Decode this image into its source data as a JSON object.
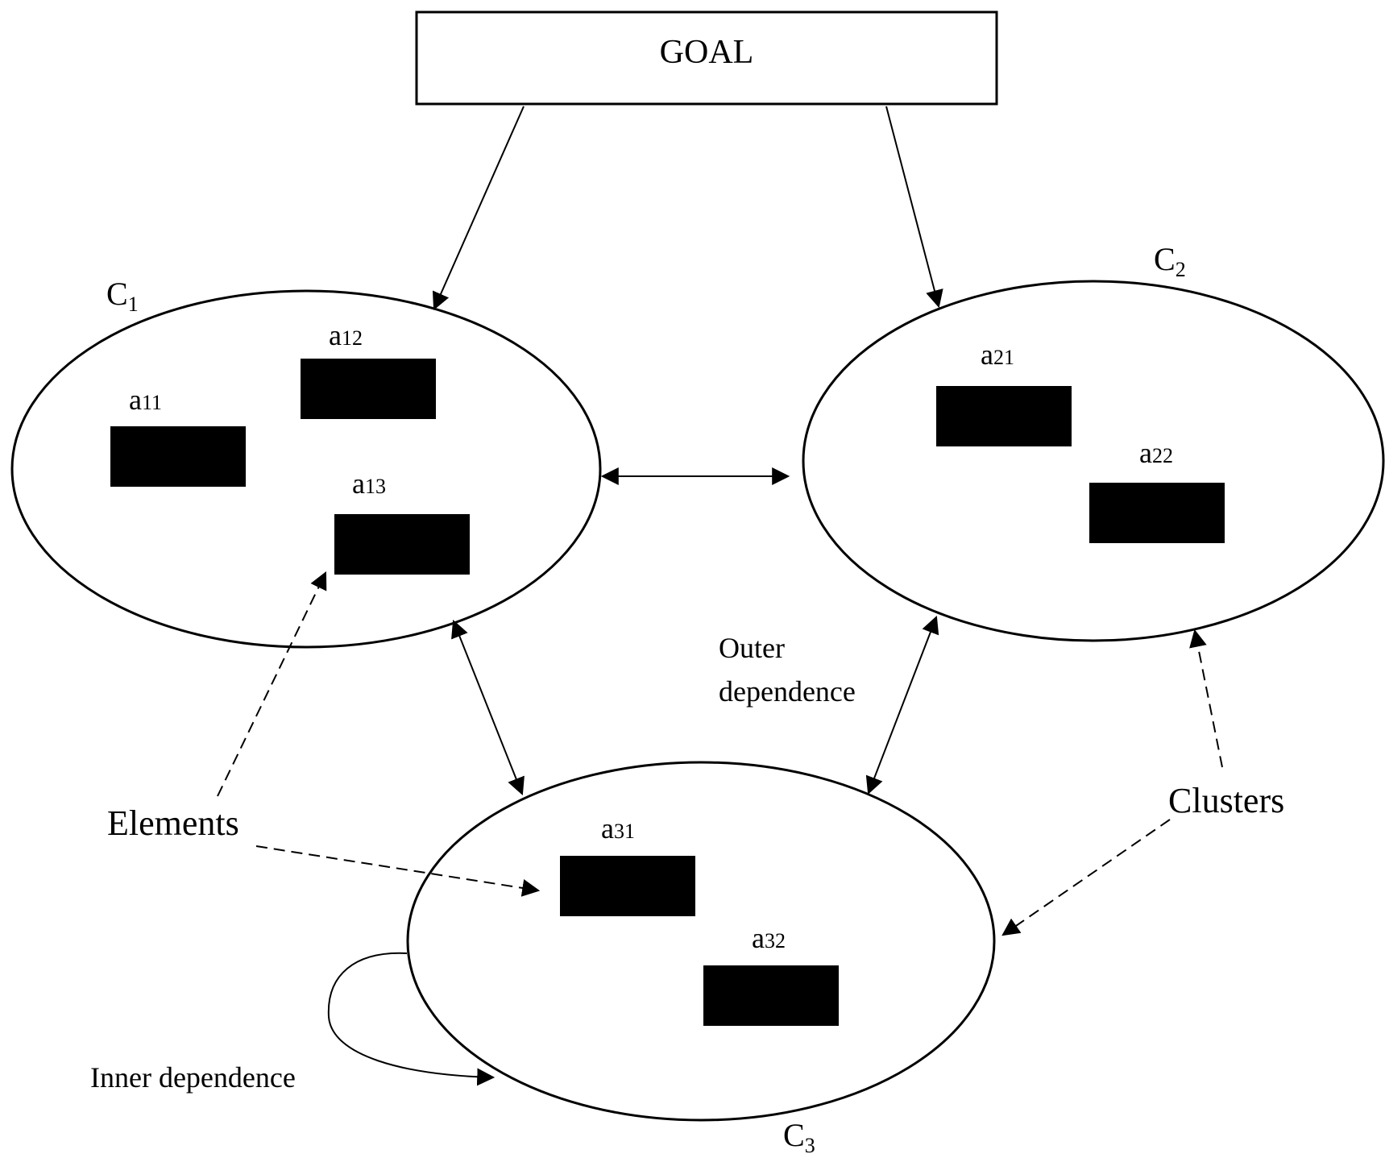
{
  "goal": {
    "label": "GOAL"
  },
  "clusters": [
    {
      "letter": "C",
      "sub": "1"
    },
    {
      "letter": "C",
      "sub": "2"
    },
    {
      "letter": "C",
      "sub": "3"
    }
  ],
  "elements": [
    {
      "letter": "a",
      "sub": "11"
    },
    {
      "letter": "a",
      "sub": "12"
    },
    {
      "letter": "a",
      "sub": "13"
    },
    {
      "letter": "a",
      "sub": "21"
    },
    {
      "letter": "a",
      "sub": "22"
    },
    {
      "letter": "a",
      "sub": "31"
    },
    {
      "letter": "a",
      "sub": "32"
    }
  ],
  "annotations": {
    "elements": "Elements",
    "clusters": "Clusters",
    "outer_dependence_line1": "Outer",
    "outer_dependence_line2": "dependence",
    "inner_dependence": "Inner dependence"
  }
}
